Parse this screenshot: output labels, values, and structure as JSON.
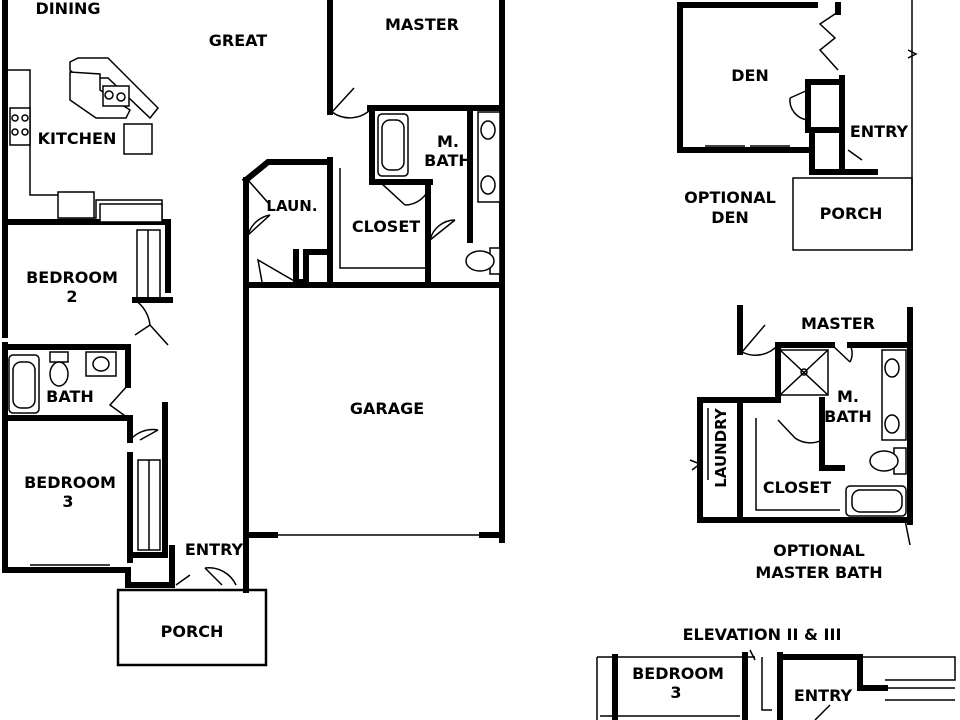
{
  "main_plan": {
    "rooms": {
      "dining": "DINING",
      "great": "GREAT",
      "master": "MASTER",
      "kitchen": "KITCHEN",
      "m_bath_1": "M.",
      "m_bath_2": "BATH",
      "laundry": "LAUN.",
      "closet": "CLOSET",
      "bedroom2_1": "BEDROOM",
      "bedroom2_2": "2",
      "bath": "BATH",
      "garage": "GARAGE",
      "bedroom3_1": "BEDROOM",
      "bedroom3_2": "3",
      "entry": "ENTRY",
      "porch": "PORCH"
    }
  },
  "optional_den": {
    "rooms": {
      "den": "DEN",
      "entry": "ENTRY",
      "porch": "PORCH"
    },
    "caption_1": "OPTIONAL",
    "caption_2": "DEN"
  },
  "optional_master_bath": {
    "rooms": {
      "master": "MASTER",
      "m_bath_1": "M.",
      "m_bath_2": "BATH",
      "laundry": "LAUNDRY",
      "closet": "CLOSET"
    },
    "caption_1": "OPTIONAL",
    "caption_2": "MASTER BATH"
  },
  "elevation": {
    "title": "ELEVATION II & III",
    "rooms": {
      "bedroom_1": "BEDROOM",
      "bedroom_2": "3",
      "entry": "ENTRY"
    }
  }
}
